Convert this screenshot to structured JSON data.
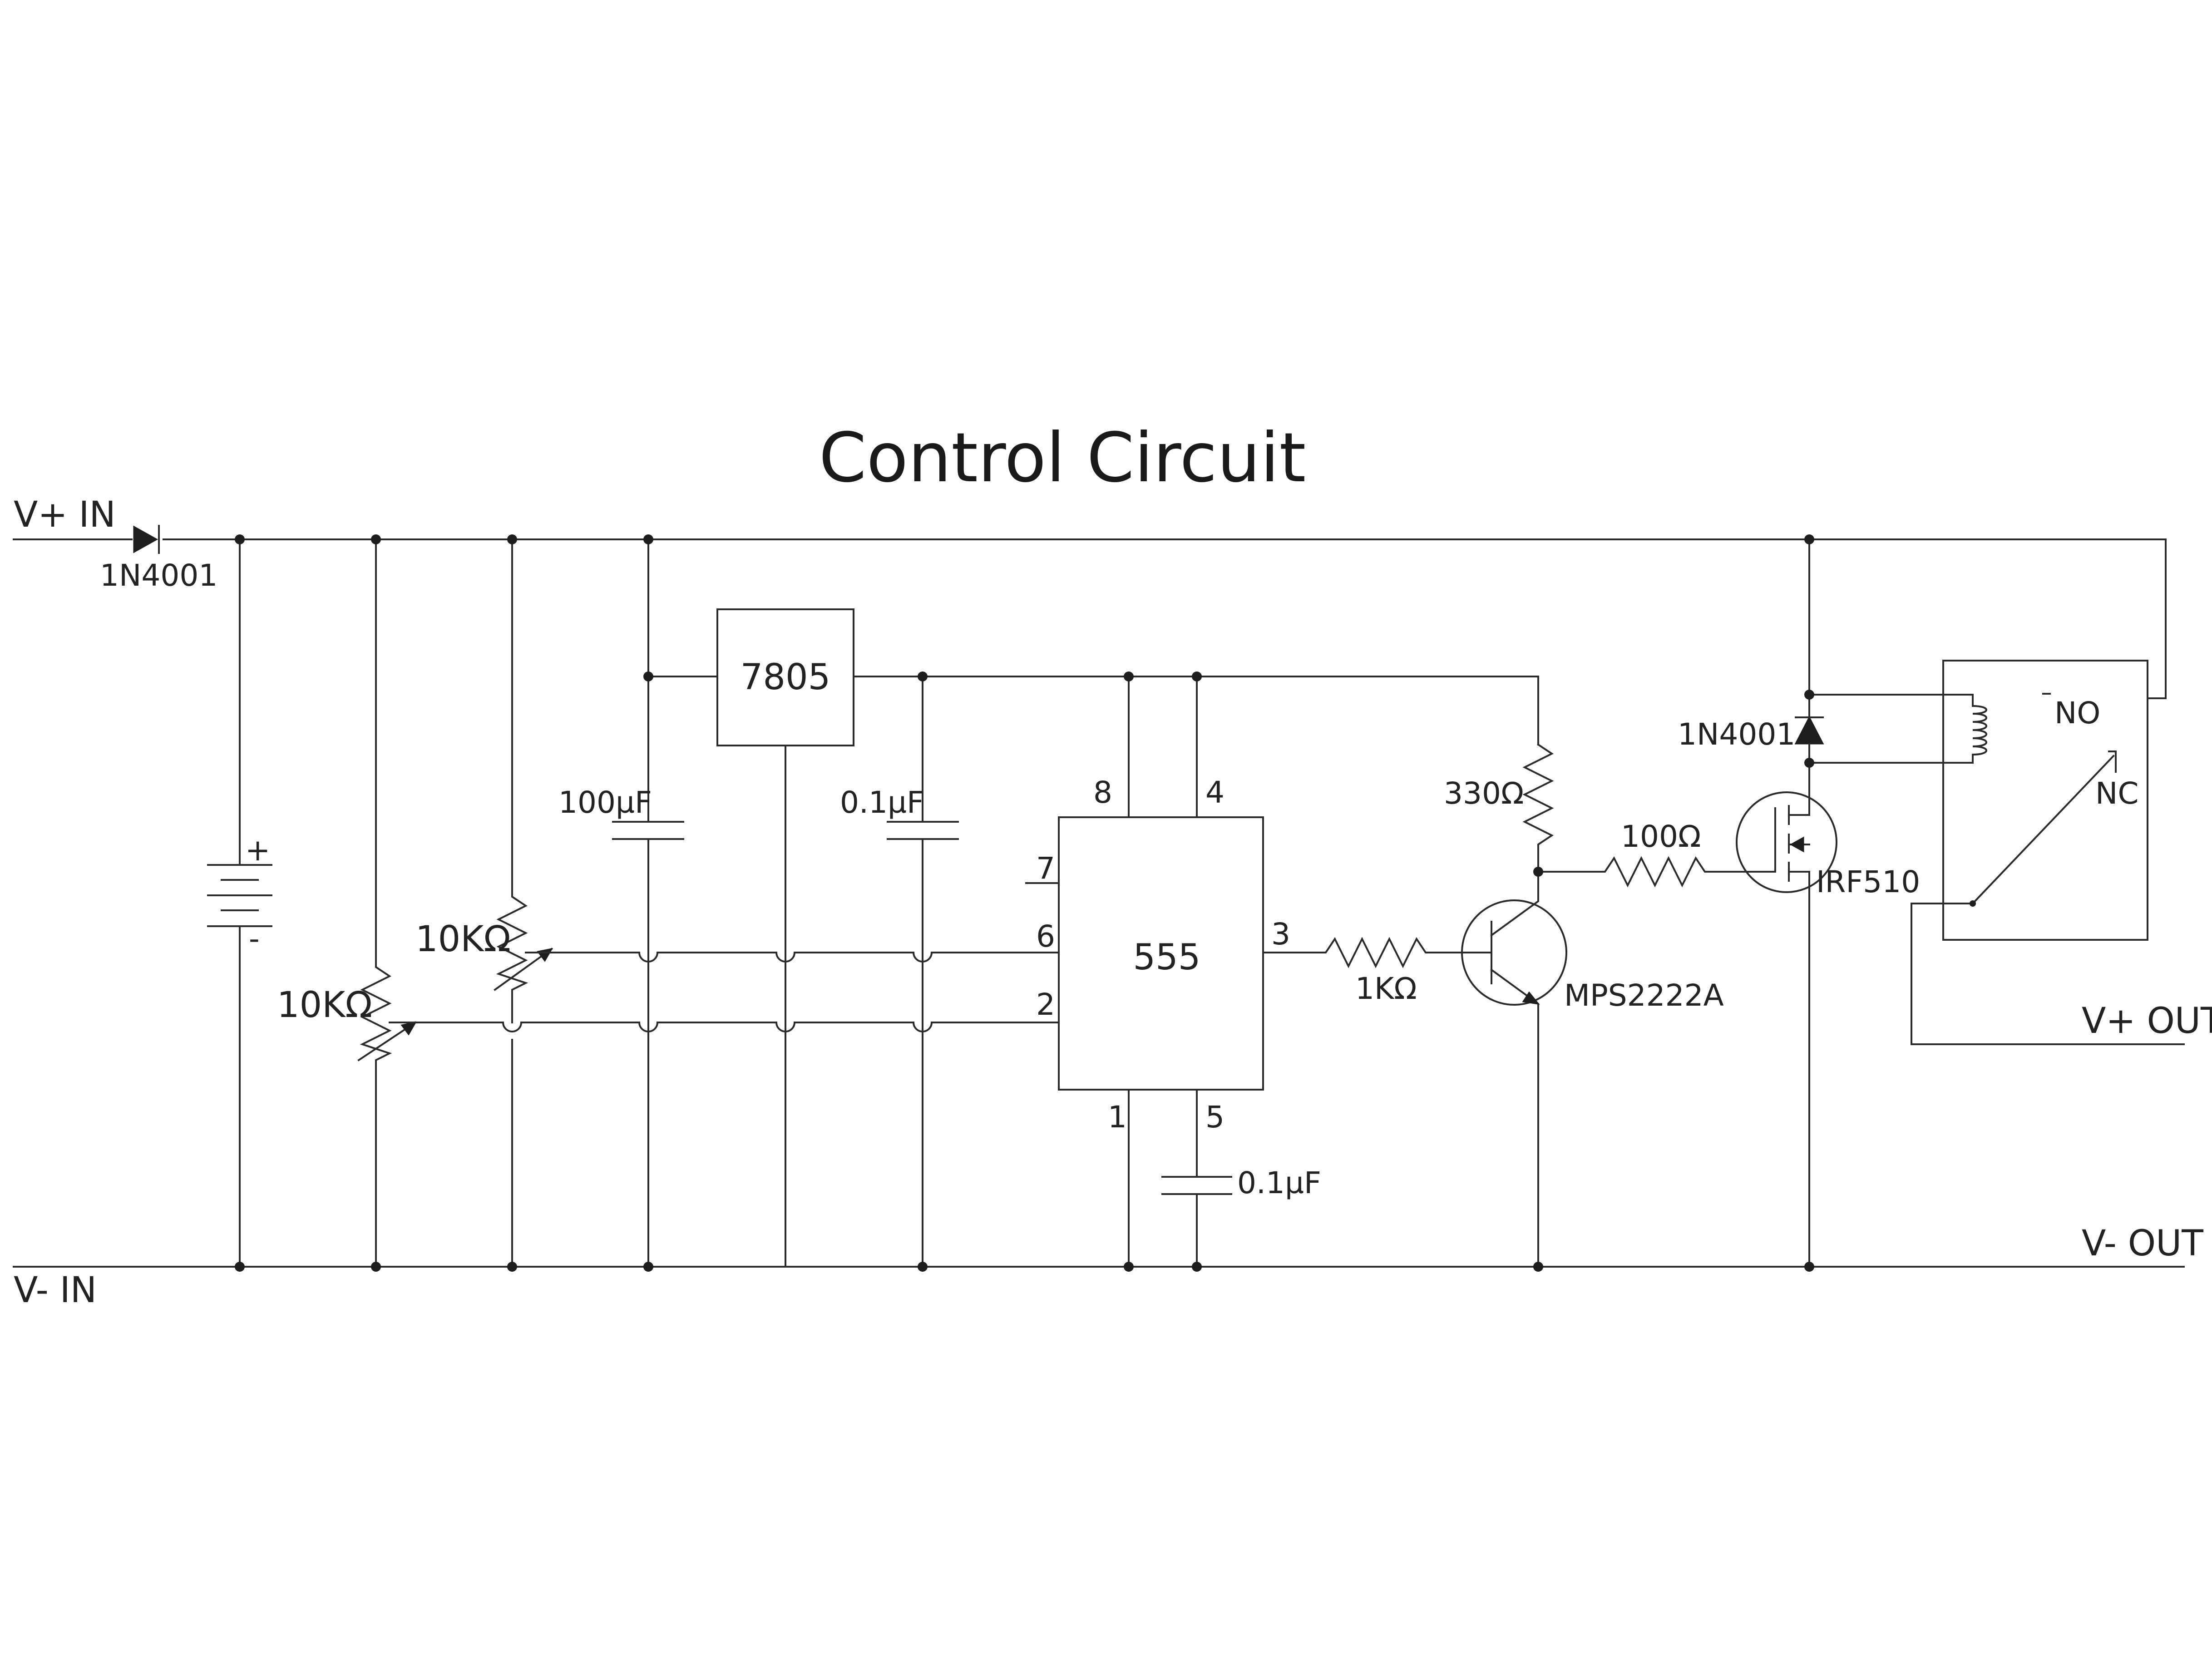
{
  "title": "Control Circuit",
  "terminals": {
    "vplus_in": "V+  IN",
    "vminus_in": "V-  IN",
    "vplus_out": "V+  OUT",
    "vminus_out": "V-  OUT"
  },
  "components": {
    "input_diode": "1N4001",
    "regulator": "7805",
    "timer": "555",
    "cap_100uf": "100µF",
    "cap_01uf_reg": "0.1µF",
    "cap_01uf_pin5": "0.1µF",
    "pot_right": "10KΩ",
    "pot_left": "10KΩ",
    "res_base": "1KΩ",
    "res_collector": "330Ω",
    "res_gate": "100Ω",
    "transistor": "MPS2222A",
    "mosfet": "IRF510",
    "flyback_diode": "1N4001",
    "relay_no": "NO",
    "relay_nc": "NC",
    "battery_plus": "+",
    "battery_minus": "-"
  },
  "pins": {
    "p8": "8",
    "p4": "4",
    "p7": "7",
    "p6": "6",
    "p2": "2",
    "p3": "3",
    "p1": "1",
    "p5": "5"
  }
}
